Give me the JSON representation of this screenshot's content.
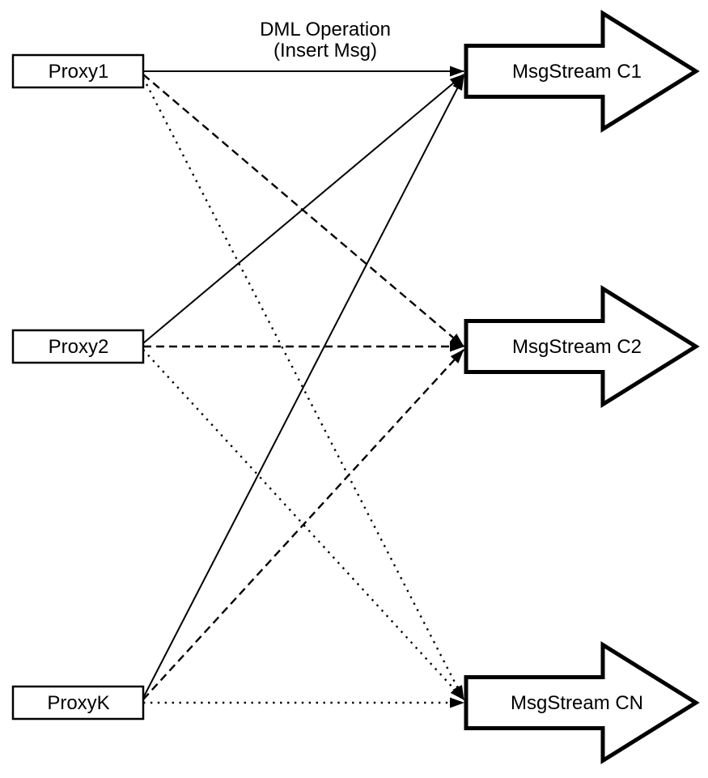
{
  "diagram": {
    "title": {
      "line1": "DML Operation",
      "line2": "(Insert Msg)"
    },
    "proxies": [
      {
        "id": "proxy1",
        "label": "Proxy1"
      },
      {
        "id": "proxy2",
        "label": "Proxy2"
      },
      {
        "id": "proxyk",
        "label": "ProxyK"
      }
    ],
    "streams": [
      {
        "id": "msgstream-c1",
        "label": "MsgStream C1"
      },
      {
        "id": "msgstream-c2",
        "label": "MsgStream C2"
      },
      {
        "id": "msgstream-cn",
        "label": "MsgStream CN"
      }
    ],
    "connectors": [
      {
        "from": "Proxy1",
        "to": "MsgStream C1",
        "style": "solid"
      },
      {
        "from": "Proxy1",
        "to": "MsgStream C2",
        "style": "dashed"
      },
      {
        "from": "Proxy1",
        "to": "MsgStream CN",
        "style": "dotted"
      },
      {
        "from": "Proxy2",
        "to": "MsgStream C1",
        "style": "solid"
      },
      {
        "from": "Proxy2",
        "to": "MsgStream C2",
        "style": "dashed"
      },
      {
        "from": "Proxy2",
        "to": "MsgStream CN",
        "style": "dotted"
      },
      {
        "from": "ProxyK",
        "to": "MsgStream C1",
        "style": "solid"
      },
      {
        "from": "ProxyK",
        "to": "MsgStream C2",
        "style": "dashed"
      },
      {
        "from": "ProxyK",
        "to": "MsgStream CN",
        "style": "dotted"
      }
    ],
    "colors": {
      "line": "#000000",
      "fill": "#ffffff"
    }
  }
}
